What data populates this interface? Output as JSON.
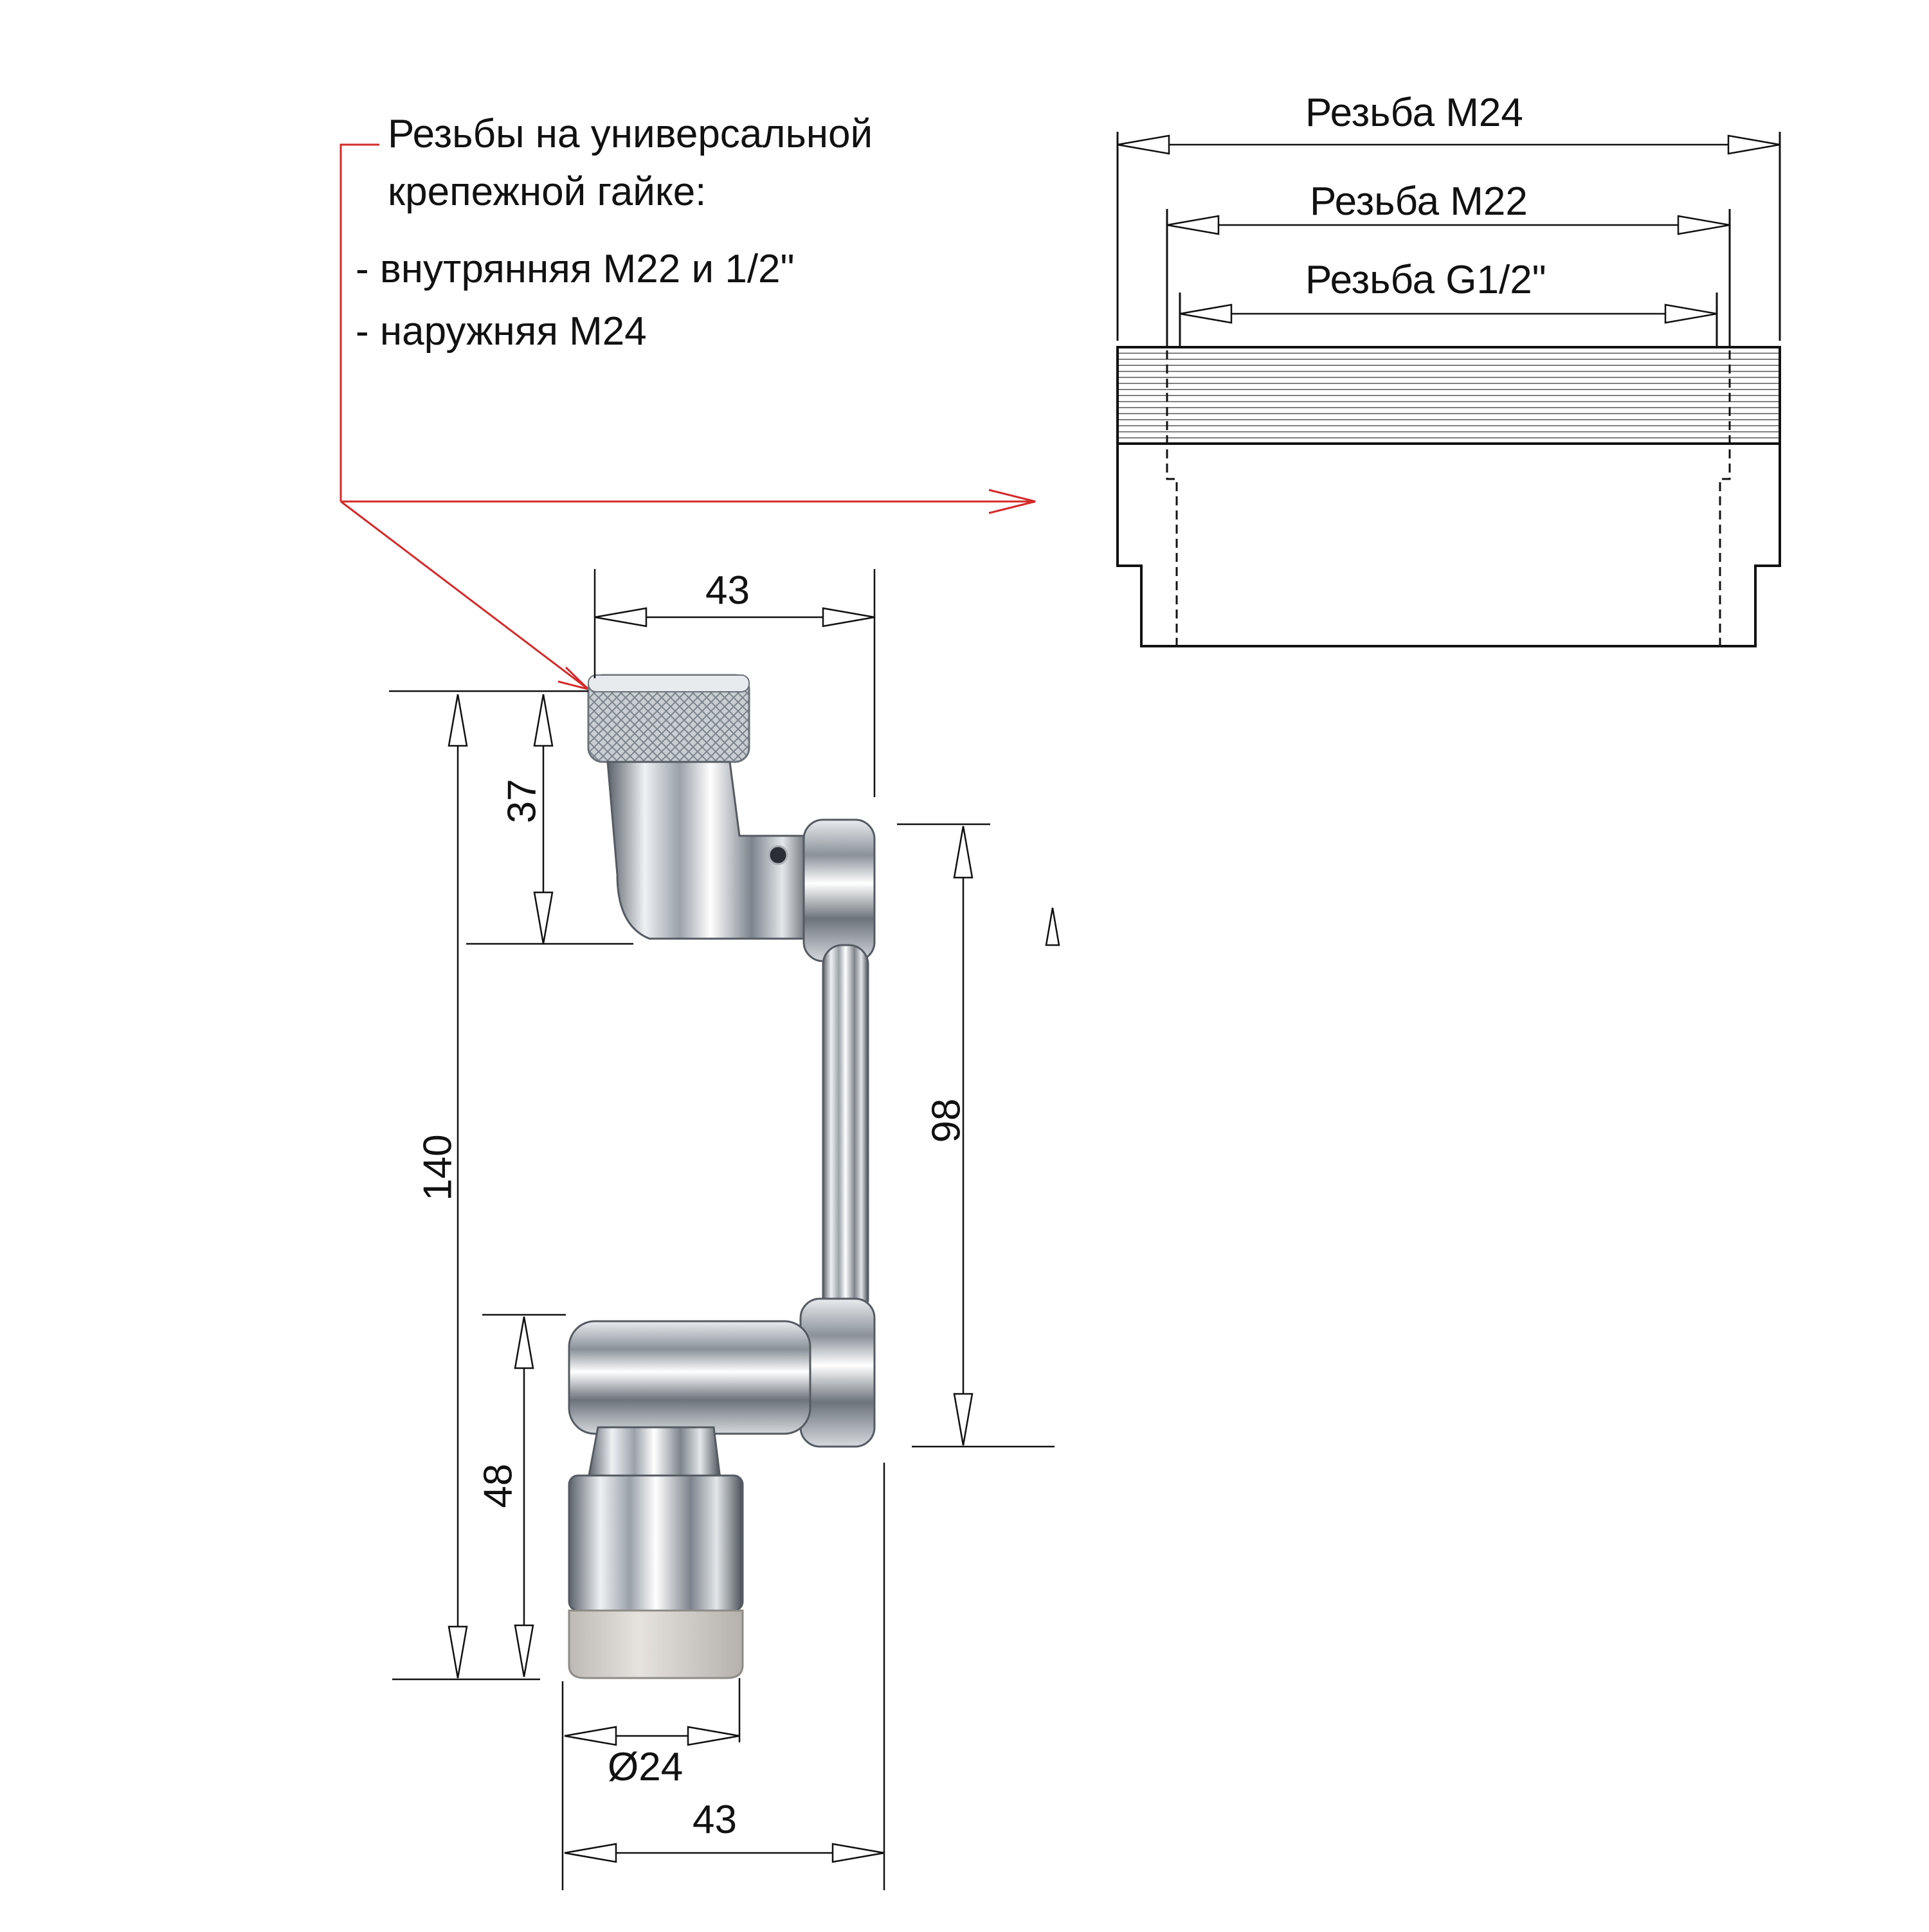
{
  "note": {
    "line1": "Резьбы на универсальной",
    "line2": "крепежной гайке:",
    "bullet1": "- внутрянняя М22 и 1/2\"",
    "bullet2": "- наружняя М24"
  },
  "thread_labels": {
    "m24": "Резьба М24",
    "m22": "Резьба М22",
    "g12": "Резьба G1/2\""
  },
  "dimensions": {
    "top_width": "43",
    "swivel_height": "37",
    "total_height": "140",
    "arm_height": "98",
    "aerator_height": "48",
    "aerator_diameter": "Ø24",
    "bottom_width": "43"
  },
  "colors": {
    "leader": "#d42a2a",
    "line": "#111111",
    "chrome_light": "#f4f6f8",
    "chrome_dark": "#3a3f46",
    "aerator_tip": "#d9d6d2"
  }
}
